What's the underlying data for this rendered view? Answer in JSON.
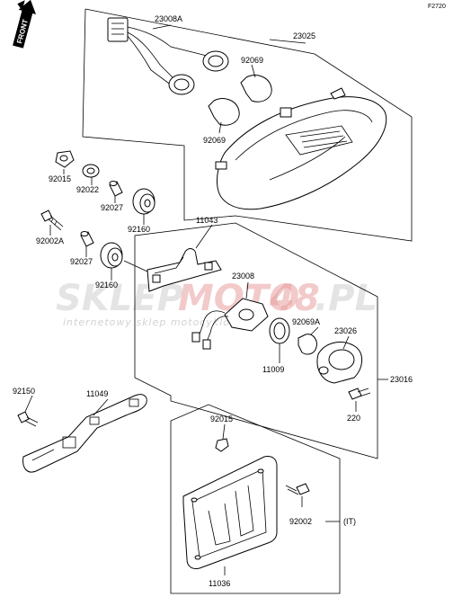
{
  "figure_code": "F2720",
  "direction_tag": "FRONT",
  "watermark": {
    "brand_a": "SKLEP",
    "brand_b": "MOTO",
    "brand_c": "48",
    "brand_d": ".PL",
    "tagline": "internetowy sklep motocyklowy"
  },
  "labels": {
    "p23008A": "23008A",
    "p23025": "23025",
    "p92069_a": "92069",
    "p92069_b": "92069",
    "p92015_a": "92015",
    "p92022": "92022",
    "p92027_a": "92027",
    "p92160_a": "92160",
    "p92002A": "92002A",
    "p92027_b": "92027",
    "p92160_b": "92160",
    "p11043": "11043",
    "p23008": "23008",
    "p92069A": "92069A",
    "p23026": "23026",
    "p11009": "11009",
    "p23016": "23016",
    "p220": "220",
    "p92150": "92150",
    "p11049": "11049",
    "p92015_b": "92015",
    "p92002": "92002",
    "p_it": "(IT)",
    "p11036": "11036"
  }
}
